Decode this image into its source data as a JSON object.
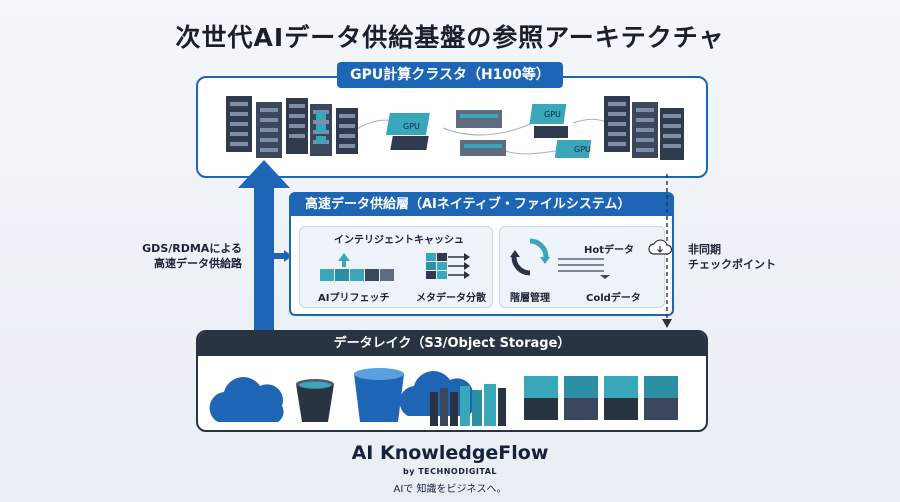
{
  "title": "次世代AIデータ供給基盤の参照アーキテクチャ",
  "gpu_cluster": {
    "label": "GPU計算クラスタ（H100等）",
    "chip_text": "GPU"
  },
  "file_system": {
    "label": "高速データ供給層（AIネイティブ・ファイルシステム）",
    "intelligent_cache": {
      "label": "インテリジェントキャッシュ",
      "prefetch_label": "AIプリフェッチ",
      "metadata_label": "メタデータ分散"
    },
    "tiering": {
      "hot_label": "Hotデータ",
      "cold_label": "Coldデータ",
      "tier_label": "階層管理"
    }
  },
  "data_lake": {
    "label": "データレイク（S3/Object Storage）"
  },
  "left_path": {
    "line1": "GDS/RDMAによる",
    "line2": "高速データ供給路"
  },
  "right_path": {
    "line1": "非同期",
    "line2": "チェックポイント"
  },
  "brand": {
    "name": "AI KnowledgeFlow",
    "by": "by TECHNODIGITAL",
    "tagline": "AIで 知識をビジネスへ。"
  },
  "colors": {
    "accent": "#1e66b5",
    "dark": "#2a3342",
    "teal": "#3aa6b9"
  }
}
